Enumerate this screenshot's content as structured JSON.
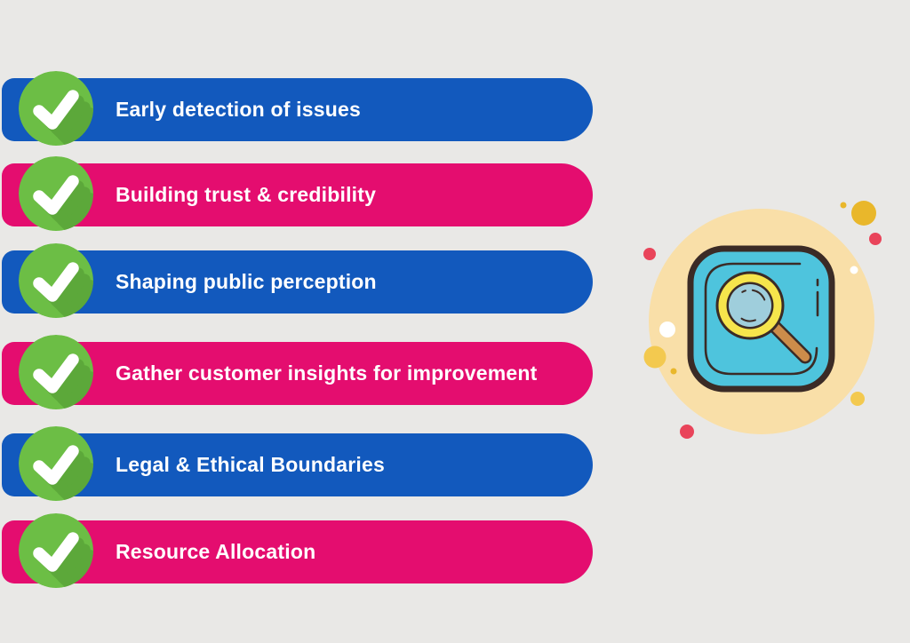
{
  "checklist": {
    "items": [
      {
        "label": "Early detection of issues",
        "color": "#1259BD"
      },
      {
        "label": "Building trust & credibility",
        "color": "#E40D6F"
      },
      {
        "label": "Shaping public perception",
        "color": "#1259BD"
      },
      {
        "label": "Gather customer insights for improvement",
        "color": "#E40D6F"
      },
      {
        "label": "Legal & Ethical Boundaries",
        "color": "#1259BD"
      },
      {
        "label": "Resource Allocation",
        "color": "#E40D6F"
      }
    ]
  },
  "colors": {
    "background": "#E9E8E6",
    "blue_pill": "#1259BD",
    "pink_pill": "#E40D6F",
    "check_green": "#6CBE45",
    "check_green_shadow": "#5CA83A",
    "check_mark_white": "#FFFFFF",
    "cream_circle": "#F9DFA8",
    "teal_square": "#4EC4DD",
    "dark_outline": "#3B2B26",
    "ring_yellow": "#F6E54C",
    "lens_blue": "#9FCEDC",
    "handle_orange": "#CC8C4A",
    "dot_gold": "#E9B72B",
    "dot_gold_light": "#F3C94F",
    "dot_red": "#E9445A",
    "dot_white": "#FFFFFF"
  },
  "icons": {
    "check_badge": "check-mark-circle",
    "illustration": "magnifying-glass-search"
  }
}
